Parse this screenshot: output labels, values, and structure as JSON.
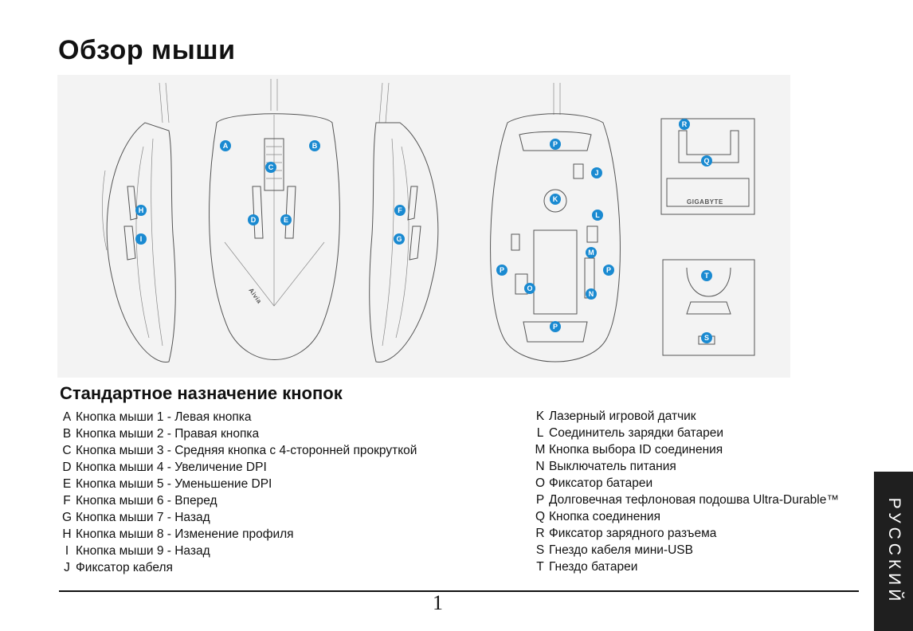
{
  "page": {
    "title": "Обзор мыши",
    "subtitle": "Стандартное назначение кнопок",
    "page_number": "1",
    "side_tab": "РУССКИЙ"
  },
  "figure": {
    "brand": "GIGABYTE",
    "mouse_logo": "Aivia",
    "marker_color": "#1a8ad1"
  },
  "buttons_left": [
    {
      "key": "A",
      "text": "Кнопка мыши 1 - Левая кнопка"
    },
    {
      "key": "B",
      "text": "Кнопка мыши 2 - Правая кнопка"
    },
    {
      "key": "C",
      "text": "Кнопка мыши 3 - Средняя кнопка с 4-сторонней прокруткой"
    },
    {
      "key": "D",
      "text": "Кнопка мыши 4 - Увеличение DPI"
    },
    {
      "key": "E",
      "text": "Кнопка мыши 5 - Уменьшение DPI"
    },
    {
      "key": "F",
      "text": "Кнопка мыши 6 - Вперед"
    },
    {
      "key": "G",
      "text": "Кнопка мыши 7 - Назад"
    },
    {
      "key": "H",
      "text": "Кнопка мыши 8 - Изменение профиля"
    },
    {
      "key": "I",
      "text": "Кнопка мыши 9 - Назад"
    },
    {
      "key": "J",
      "text": "Фиксатор кабеля"
    }
  ],
  "buttons_right": [
    {
      "key": "K",
      "text": "Лазерный игровой датчик"
    },
    {
      "key": "L",
      "text": "Соединитель зарядки батареи"
    },
    {
      "key": "M",
      "text": "Кнопка выбора ID соединения"
    },
    {
      "key": "N",
      "text": "Выключатель питания"
    },
    {
      "key": "O",
      "text": "Фиксатор батареи"
    },
    {
      "key": "P",
      "text": "Долговечная тефлоновая подошва Ultra-Durable™"
    },
    {
      "key": "Q",
      "text": "Кнопка соединения"
    },
    {
      "key": "R",
      "text": "Фиксатор зарядного разъема"
    },
    {
      "key": "S",
      "text": "Гнездо кабеля мини-USB"
    },
    {
      "key": "T",
      "text": "Гнездо батареи"
    }
  ]
}
